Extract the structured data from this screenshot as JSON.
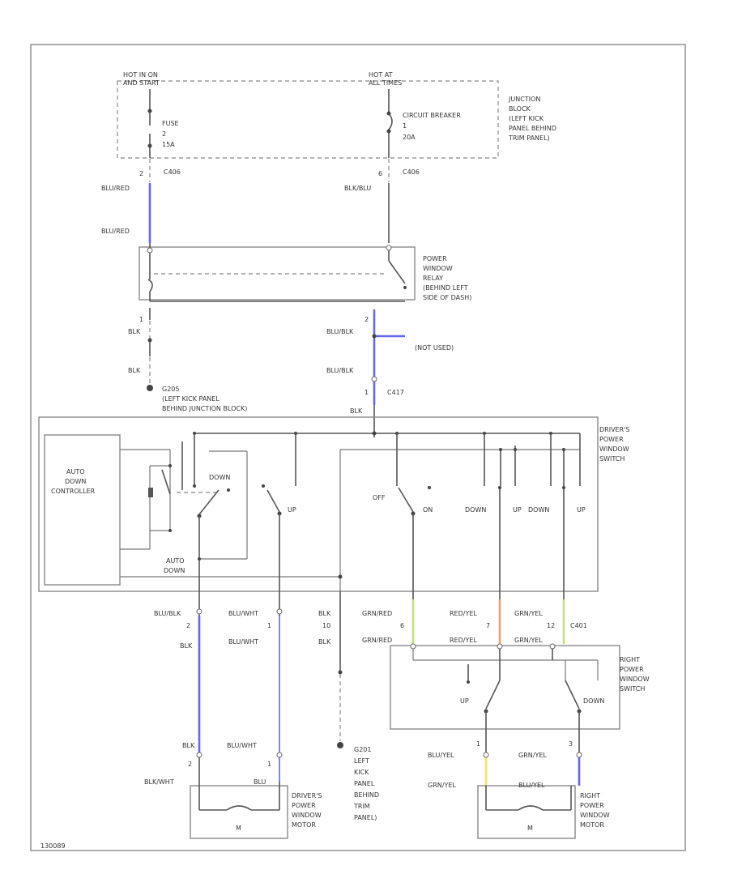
{
  "colors": {
    "blue": "#6666ee",
    "green": "#bfe37a",
    "orange": "#f0a070",
    "yellow": "#f2e06a",
    "wire": "#555555"
  },
  "labels": {
    "hot_run_start": [
      "HOT IN ON",
      "AND START"
    ],
    "hot_all_times": [
      "HOT AT",
      "ALL TIMES"
    ],
    "fuse": [
      "FUSE",
      "2",
      "15A"
    ],
    "circuit_breaker": [
      "CIRCUIT BREAKER",
      "1",
      "20A"
    ],
    "junction_block": [
      "JUNCTION",
      "BLOCK",
      "(LEFT KICK",
      "PANEL BEHIND",
      "TRIM PANEL)"
    ],
    "c_a": "C406",
    "c_b": "C406",
    "pin_a": "2",
    "pin_b": "6",
    "blu_red_1": "BLU/RED",
    "blk_blu": "BLK/BLU",
    "blu_red_2": "BLU/RED",
    "relay": [
      "POWER",
      "WINDOW",
      "RELAY",
      "(BEHIND LEFT",
      "SIDE OF DASH)"
    ],
    "relay_pin_left": "1",
    "relay_pin_right": "2",
    "blk_1": "BLK",
    "blk_2": "BLK",
    "blu_blk_1": "BLU/BLK",
    "not_used": "(NOT USED)",
    "blu_blk_2": "BLU/BLK",
    "c417": "C417",
    "c417_pin": "1",
    "blk_3": "BLK",
    "g_upper": [
      "G205",
      "(LEFT KICK PANEL",
      "BEHIND JUNCTION BLOCK)"
    ],
    "drivers_switch": [
      "DRIVER'S",
      "POWER",
      "WINDOW",
      "SWITCH"
    ],
    "auto_controller": [
      "AUTO",
      "DOWN",
      "CONTROLLER"
    ],
    "sw_down": "DOWN",
    "sw_up": "UP",
    "sw_auto": [
      "AUTO",
      "DOWN"
    ],
    "sw_off": "OFF",
    "sw_on": "ON",
    "sw_down2": "DOWN",
    "sw_up2": "UP",
    "sw_down3": "DOWN",
    "sw_up3": "UP",
    "w_blu_blk": "BLU/BLK",
    "w_blu_wht": "BLU/WHT",
    "w_blk": "BLK",
    "w_gry_red": "GRN/RED",
    "w_red_yel": "RED/YEL",
    "w_grn_yel": "GRN/YEL",
    "p2": "2",
    "p1": "1",
    "p10": "10",
    "p6": "6",
    "p7": "7",
    "p12": "12",
    "c_right": "C401",
    "w_blk_b": "BLK",
    "w_blu_wht_b": "BLU/WHT",
    "w_blk_c": "BLK",
    "w_gry_red_b": "GRN/RED",
    "w_red_yel_b": "RED/YEL",
    "w_grn_yel_b": "GRN/YEL",
    "right_switch": [
      "RIGHT",
      "POWER",
      "WINDOW",
      "SWITCH"
    ],
    "rsw_up": "UP",
    "rsw_down": "DOWN",
    "w_blk_m": "BLK",
    "w_blu_wht_m": "BLU/WHT",
    "w_blu_yel": "BLU/YEL",
    "w_grn_yel_m": "GRN/YEL",
    "mp2": "2",
    "mp1": "1",
    "mp1b": "1",
    "mp3": "3",
    "w_blk_wht": "BLK/WHT",
    "w_blu_m": "BLU",
    "w_grn_yel_c": "GRN/YEL",
    "w_blu_yel_c": "BLU/YEL",
    "g_lower": [
      "G201",
      "LEFT",
      "KICK",
      "PANEL",
      "BEHIND",
      "TRIM",
      "PANEL)"
    ],
    "drivers_motor": [
      "DRIVER'S",
      "POWER",
      "WINDOW",
      "MOTOR"
    ],
    "right_motor": [
      "RIGHT",
      "POWER",
      "WINDOW",
      "MOTOR"
    ],
    "motor_m": "M",
    "corner_id": "130089"
  }
}
